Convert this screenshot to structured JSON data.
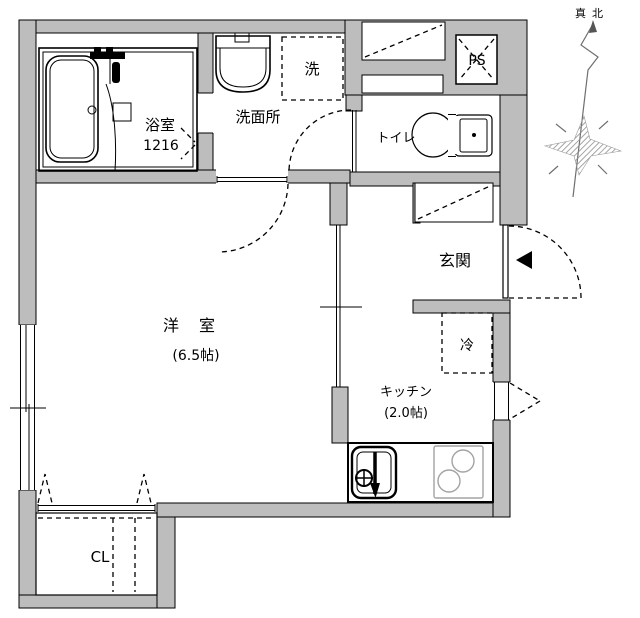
{
  "plan": {
    "type": "apartment-floor-plan",
    "compass": {
      "north_label": "真北"
    },
    "rooms": {
      "bathroom": {
        "label": "浴室",
        "size": "1216"
      },
      "washroom": {
        "label": "洗面所"
      },
      "laundry": {
        "label": "洗"
      },
      "pipe_space": {
        "label": "PS"
      },
      "toilet": {
        "label": "トイレ"
      },
      "entrance": {
        "label": "玄関"
      },
      "refrigerator": {
        "label": "冷"
      },
      "kitchen": {
        "label": "キッチン",
        "size": "(2.0帖)"
      },
      "western_room": {
        "label": "洋　室",
        "size": "(6.5帖)"
      },
      "closet": {
        "label": "CL"
      }
    },
    "colors": {
      "wall": "#bdbdbd",
      "line": "#000000",
      "stove_outline": "#a3a3a3",
      "background": "#ffffff"
    }
  }
}
